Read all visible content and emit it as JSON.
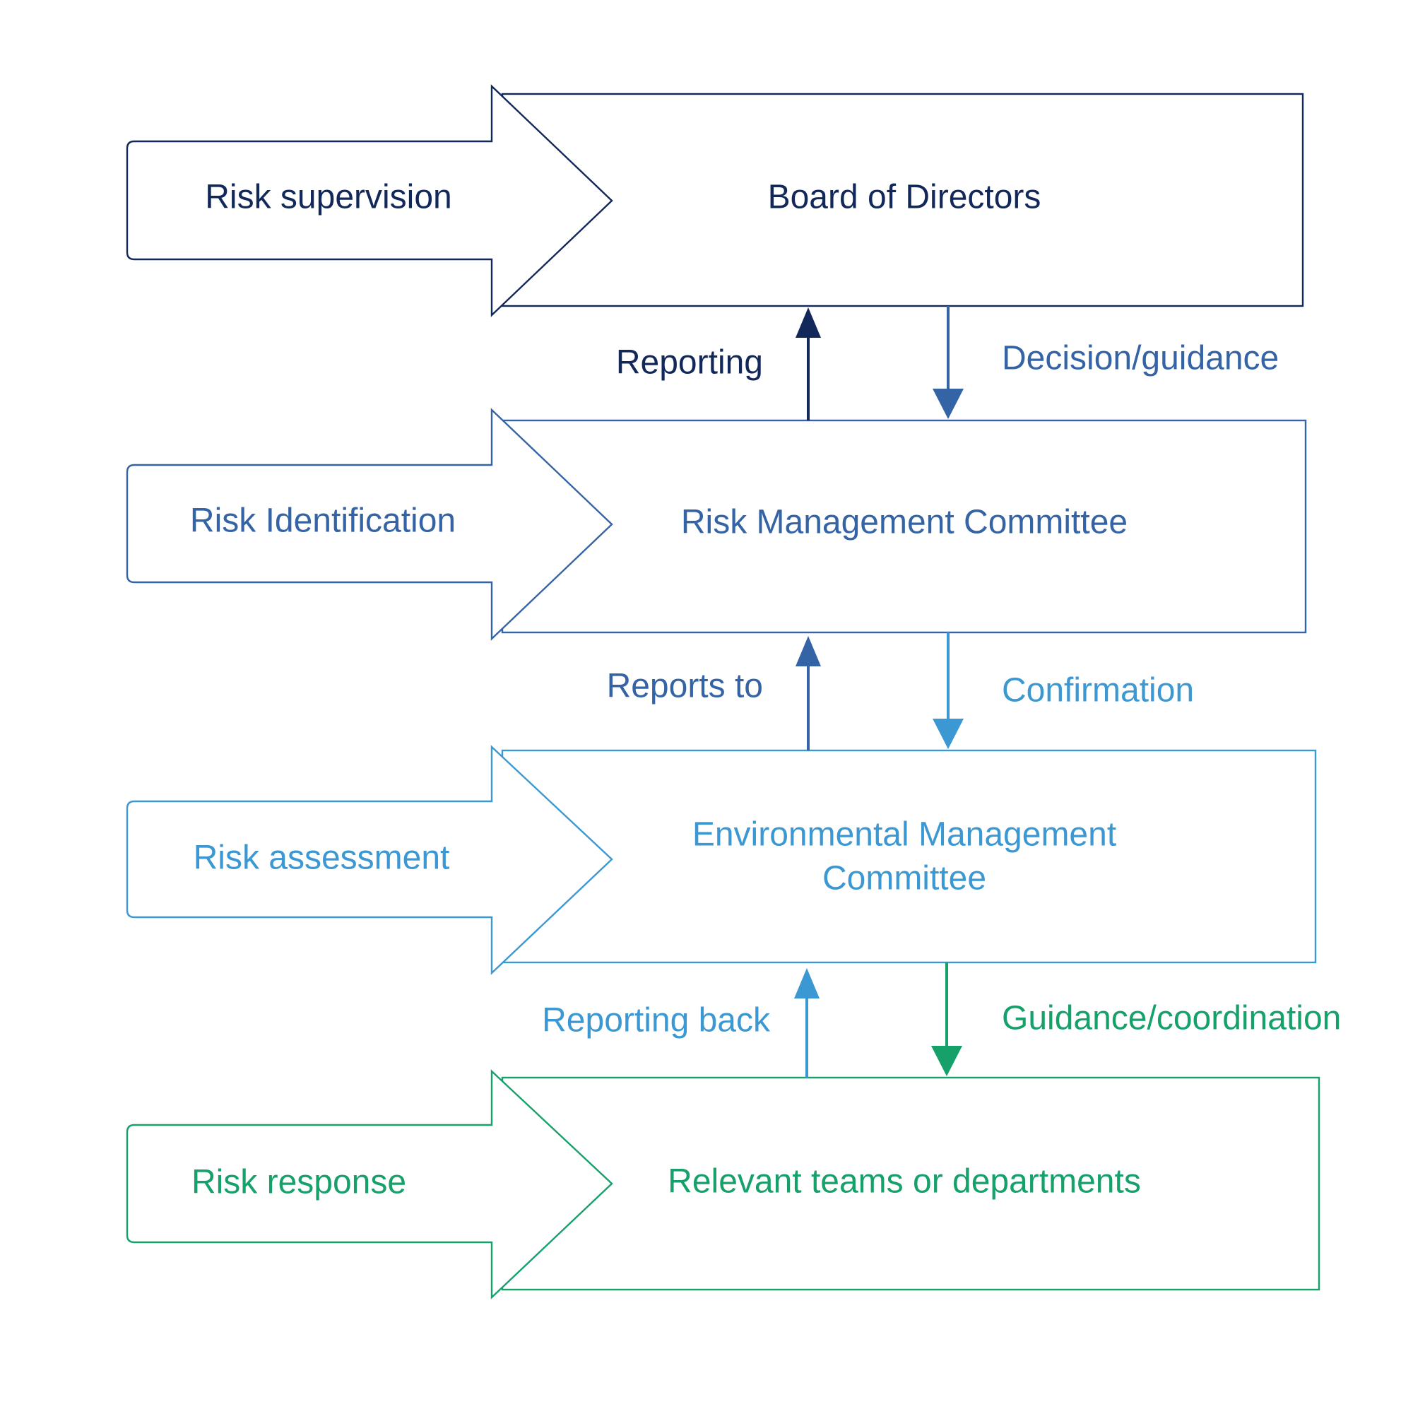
{
  "colors": {
    "navy": "#12285A",
    "blue": "#3463A6",
    "light_blue": "#3C98D2",
    "green": "#16A06A"
  },
  "levels": [
    {
      "stage": "Risk supervision",
      "body": [
        "Board of Directors"
      ],
      "color": "#12285A"
    },
    {
      "stage": "Risk Identification",
      "body": [
        "Risk Management Committee"
      ],
      "color": "#3463A6"
    },
    {
      "stage": "Risk assessment",
      "body": [
        "Environmental Management",
        "Committee"
      ],
      "color": "#3C98D2"
    },
    {
      "stage": "Risk response",
      "body": [
        "Relevant teams or departments"
      ],
      "color": "#16A06A"
    }
  ],
  "connections": [
    {
      "up_label": "Reporting",
      "up_color": "#12285A",
      "down_label": "Decision/guidance",
      "down_color": "#3463A6"
    },
    {
      "up_label": "Reports to",
      "up_color": "#3463A6",
      "down_label": "Confirmation",
      "down_color": "#3C98D2"
    },
    {
      "up_label": "Reporting back",
      "up_color": "#3C98D2",
      "down_label": "Guidance/coordination",
      "down_color": "#16A06A"
    }
  ]
}
